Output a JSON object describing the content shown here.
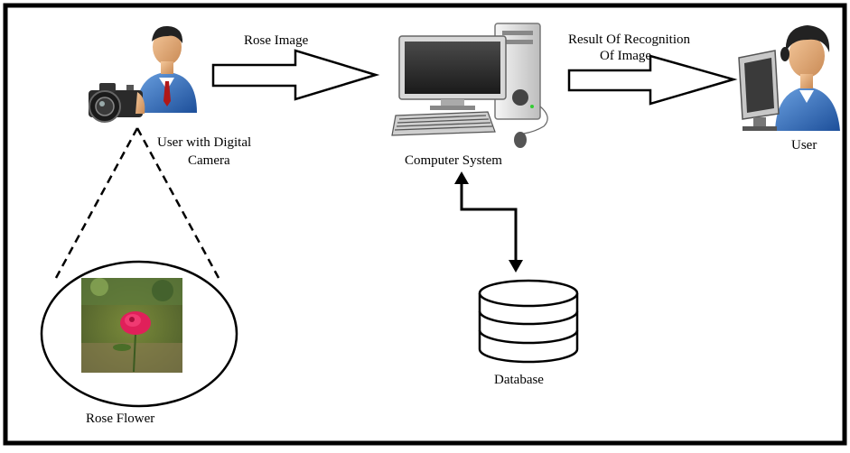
{
  "diagram": {
    "nodes": {
      "camera_user": {
        "label_line1": "User with Digital",
        "label_line2": "Camera",
        "icon": "user-with-camera-icon"
      },
      "rose": {
        "label": "Rose Flower",
        "icon": "rose-photo"
      },
      "computer": {
        "label": "Computer System",
        "icon": "desktop-computer-icon"
      },
      "user": {
        "label": "User",
        "icon": "user-at-monitor-icon"
      },
      "database": {
        "label": "Database",
        "icon": "database-cylinder-icon"
      }
    },
    "edges": {
      "rose_image": {
        "label": "Rose Image",
        "from": "camera_user",
        "to": "computer"
      },
      "result": {
        "label_line1": "Result Of Recognition",
        "label_line2": "Of Image",
        "from": "computer",
        "to": "user"
      },
      "db_link": {
        "from": "computer",
        "to": "database",
        "bidirectional": true
      },
      "focus": {
        "from": "camera_user",
        "to": "rose",
        "style": "dashed"
      }
    }
  }
}
